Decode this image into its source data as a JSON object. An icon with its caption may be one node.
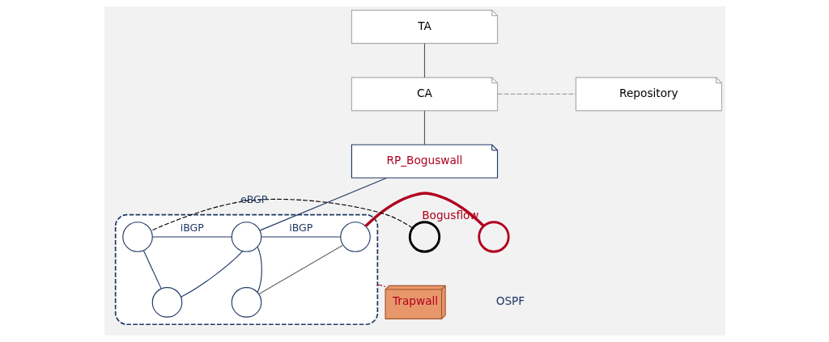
{
  "diagram": {
    "nodes": [
      {
        "text": [
          "TA"
        ]
      },
      {
        "text": [
          "CA"
        ]
      },
      {
        "text": [
          "Repository"
        ]
      },
      {
        "text": [
          "RP_Boguswall"
        ]
      },
      {
        "text": [],
        "shape": "box"
      },
      {
        "text": [],
        "shape": "circle"
      },
      {
        "text": [],
        "shape": "circle",
        "in": 4
      },
      {
        "text": [],
        "shape": "circle",
        "in": 4
      },
      {
        "text": [],
        "shape": "circle",
        "in": 4
      },
      {
        "text": [],
        "shape": "circle",
        "in": 4
      },
      {
        "text": [],
        "shape": "circle",
        "in": 4
      },
      {
        "text": [
          "Bogusflow"
        ]
      },
      {
        "text": [
          "Trapwall"
        ]
      }
    ],
    "edges": [
      {
        "from": 0,
        "to": 1,
        "arrow": "none",
        "color": "#555555"
      },
      {
        "from": 1,
        "to": 2,
        "arrow": "none",
        "style": "dashed",
        "color": "#a0a0a0"
      },
      {
        "from": 1,
        "to": 3,
        "arrow": "none",
        "color": "#555555"
      },
      {
        "from": 3,
        "to": 7,
        "arrow": "none"
      },
      {
        "from": 5,
        "to": 6,
        "arrow": "none",
        "label": "eBGP",
        "style": "dashed",
        "color": "#000000"
      },
      {
        "from": 6,
        "to": 7,
        "arrow": "none",
        "label": "iBGP"
      },
      {
        "from": 7,
        "to": 8,
        "arrow": "none",
        "label": "iBGP"
      },
      {
        "from": 6,
        "to": 9,
        "arrow": "none"
      },
      {
        "from": 9,
        "to": 7,
        "arrow": "none"
      },
      {
        "from": 7,
        "to": 10,
        "arrow": "none"
      },
      {
        "from": 10,
        "to": 8,
        "arrow": "none",
        "color": "#666666"
      },
      {
        "from": 8,
        "to": 11,
        "arrow": "none",
        "style": "thick",
        "color": "#b0001e"
      },
      {
        "from": 4,
        "to": 12,
        "arrow": "none",
        "style": "dashed",
        "color": "#b0001e"
      }
    ],
    "labels": [
      "OSPF"
    ]
  }
}
